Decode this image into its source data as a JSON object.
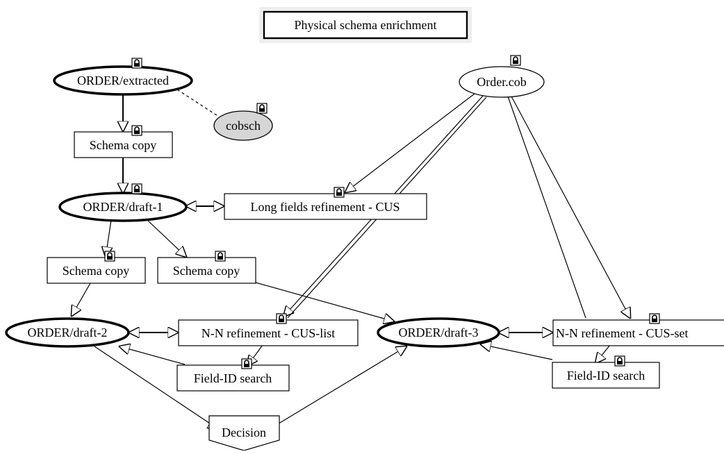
{
  "title": "Physical schema enrichment",
  "nodes": {
    "order_extracted": "ORDER/extracted",
    "cobsch": "cobsch",
    "schema_copy_1": "Schema copy",
    "order_draft_1": "ORDER/draft-1",
    "long_fields": "Long fields refinement - CUS",
    "order_cob": "Order.cob",
    "schema_copy_2": "Schema copy",
    "schema_copy_3": "Schema copy",
    "order_draft_2": "ORDER/draft-2",
    "nn_refinement_list": "N-N refinement - CUS-list",
    "order_draft_3": "ORDER/draft-3",
    "nn_refinement_set": "N-N refinement - CUS-set",
    "field_id_search_1": "Field-ID search",
    "field_id_search_2": "Field-ID search",
    "decision": "Decision"
  },
  "icons": {
    "lock": "lock-icon"
  }
}
